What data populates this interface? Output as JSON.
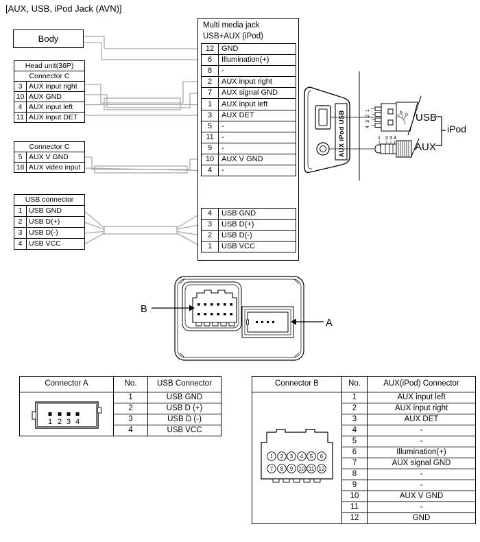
{
  "title": "[AUX, USB, iPod Jack (AVN)]",
  "body_box": {
    "label": "Body"
  },
  "head_unit": {
    "line1": "Head unit(36P)",
    "line2": "Connector C",
    "rows": [
      {
        "pin": "3",
        "label": "AUX input right"
      },
      {
        "pin": "10",
        "label": "AUX GND"
      },
      {
        "pin": "4",
        "label": "AUX input left"
      },
      {
        "pin": "11",
        "label": "AUX input DET"
      }
    ]
  },
  "connector_c": {
    "title": "Connector C",
    "rows": [
      {
        "pin": "5",
        "label": "AUX V GND"
      },
      {
        "pin": "18",
        "label": "AUX video input"
      }
    ]
  },
  "usb_connector": {
    "title": "USB connector",
    "rows": [
      {
        "pin": "1",
        "label": "USB GND"
      },
      {
        "pin": "2",
        "label": "USB D(+)"
      },
      {
        "pin": "3",
        "label": "USB D(-)"
      },
      {
        "pin": "4",
        "label": "USB VCC"
      }
    ]
  },
  "multimedia_jack": {
    "title": "Multi media jack",
    "subtitle": "USB+AUX (iPod)",
    "aux_rows": [
      {
        "pin": "12",
        "label": "GND"
      },
      {
        "pin": "6",
        "label": "Illumination(+)"
      },
      {
        "pin": "8",
        "label": "-"
      },
      {
        "pin": "2",
        "label": "AUX input right"
      },
      {
        "pin": "7",
        "label": "AUX signal GND"
      },
      {
        "pin": "1",
        "label": "AUX input left"
      },
      {
        "pin": "3",
        "label": "AUX DET"
      },
      {
        "pin": "5",
        "label": "-"
      },
      {
        "pin": "11",
        "label": "-"
      },
      {
        "pin": "9",
        "label": "-"
      },
      {
        "pin": "10",
        "label": "AUX V GND"
      },
      {
        "pin": "4",
        "label": "-"
      }
    ],
    "usb_rows": [
      {
        "pin": "4",
        "label": "USB GND"
      },
      {
        "pin": "3",
        "label": "USB D(+)"
      },
      {
        "pin": "2",
        "label": "USB D(-)"
      },
      {
        "pin": "1",
        "label": "USB VCC"
      }
    ]
  },
  "jack_illustration": {
    "panel_label": "AUX  iPod  USB",
    "usb_plug_pins": [
      "1",
      "2",
      "3",
      "4"
    ],
    "aux_plug_pins": [
      "1",
      "2",
      "3",
      "4"
    ],
    "usb_label": "USB",
    "aux_label": "AUX",
    "ipod_label": "iPod"
  },
  "housing": {
    "label_a": "A",
    "label_b": "B"
  },
  "table_a": {
    "headers": [
      "Connector A",
      "No.",
      "USB Connector"
    ],
    "pins": [
      "1",
      "2",
      "3",
      "4"
    ],
    "rows": [
      {
        "no": "1",
        "label": "USB GND"
      },
      {
        "no": "2",
        "label": "USB D (+)"
      },
      {
        "no": "3",
        "label": "USB D (-)"
      },
      {
        "no": "4",
        "label": "USB VCC"
      }
    ]
  },
  "table_b": {
    "headers": [
      "Connector B",
      "No.",
      "AUX(iPod) Connector"
    ],
    "pins": [
      "1",
      "2",
      "3",
      "4",
      "5",
      "6",
      "7",
      "8",
      "9",
      "10",
      "11",
      "12"
    ],
    "rows": [
      {
        "no": "1",
        "label": "AUX input left"
      },
      {
        "no": "2",
        "label": "AUX input right"
      },
      {
        "no": "3",
        "label": "AUX DET"
      },
      {
        "no": "4",
        "label": "-"
      },
      {
        "no": "5",
        "label": "-"
      },
      {
        "no": "6",
        "label": "Illumination(+)"
      },
      {
        "no": "7",
        "label": "AUX signal GND"
      },
      {
        "no": "8",
        "label": "-"
      },
      {
        "no": "9",
        "label": "-"
      },
      {
        "no": "10",
        "label": "AUX V GND"
      },
      {
        "no": "11",
        "label": "-"
      },
      {
        "no": "12",
        "label": "GND"
      }
    ]
  },
  "colors": {
    "wire": "#a9a9a9",
    "line": "#000000"
  }
}
